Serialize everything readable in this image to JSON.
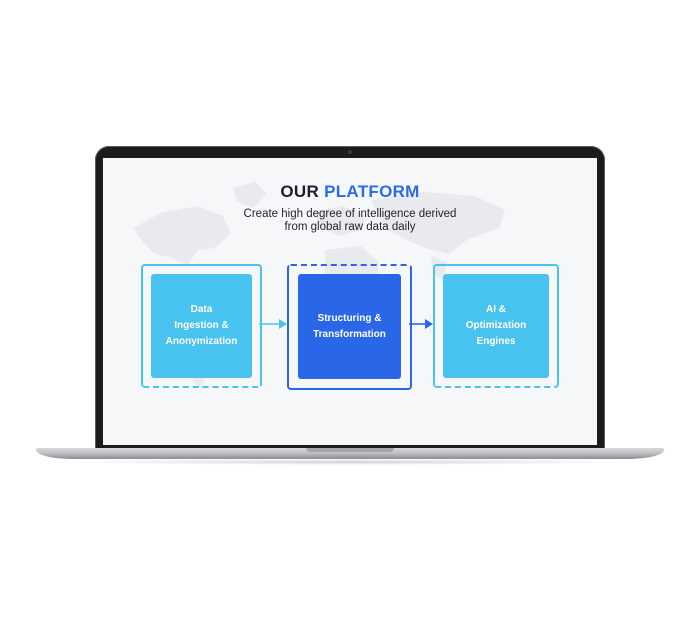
{
  "slide": {
    "title_part1": "OUR",
    "title_part2": "PLATFORM",
    "subtitle_line1": "Create high degree of intelligence derived",
    "subtitle_line2": "from global raw data daily"
  },
  "steps": [
    {
      "line1": "Data",
      "line2": "Ingestion &",
      "line3": "Anonymization"
    },
    {
      "line1": "Structuring &",
      "line2": "Transformation"
    },
    {
      "line1": "AI &",
      "line2": "Optimization",
      "line3": "Engines"
    }
  ],
  "colors": {
    "light_blue": "#48c3ef",
    "dark_blue": "#2a67e8",
    "title_dark": "#1b1e2b",
    "title_accent": "#2a6be8"
  }
}
